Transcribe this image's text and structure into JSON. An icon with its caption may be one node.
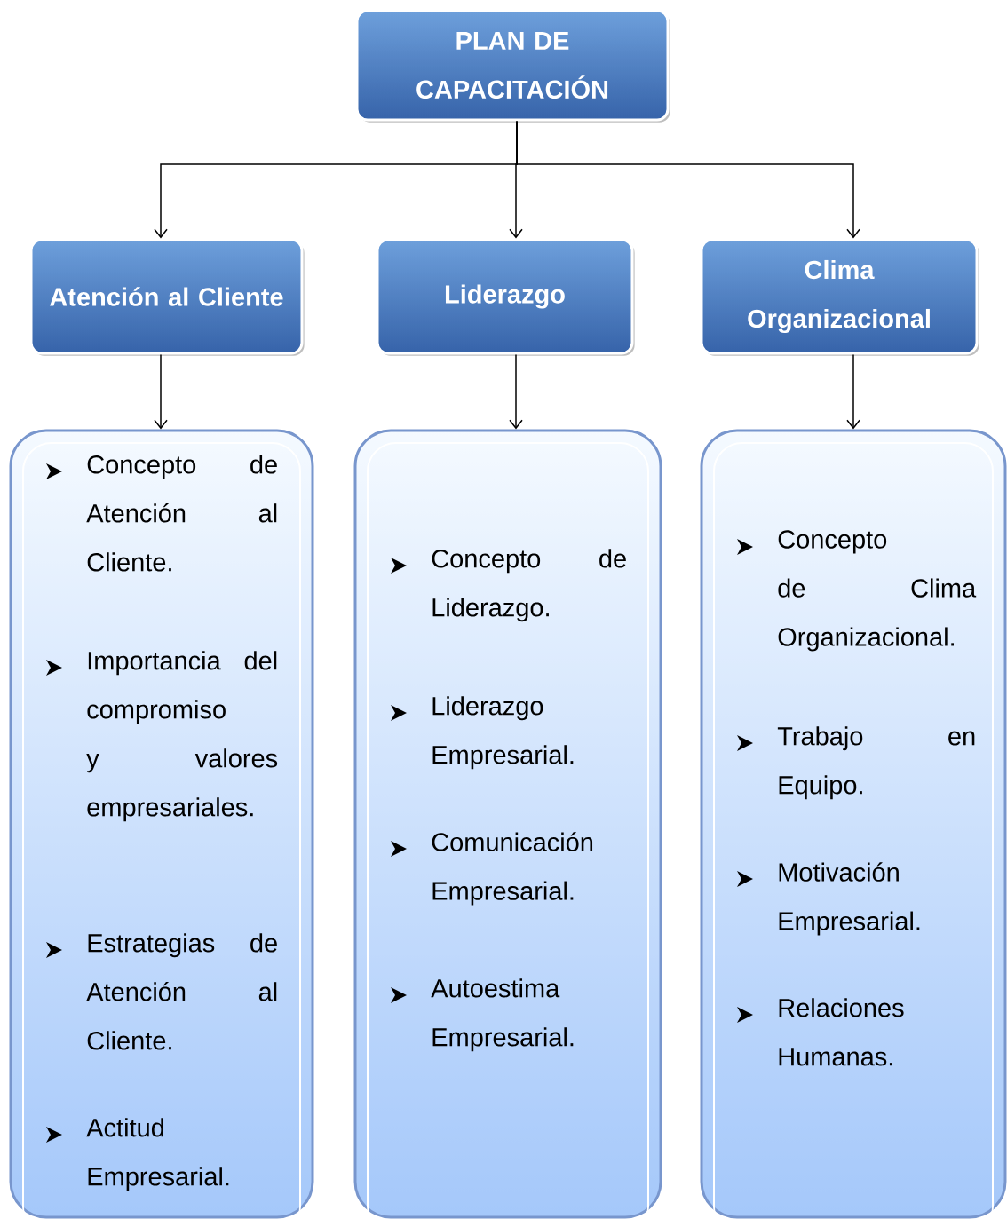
{
  "diagram": {
    "nodes": [
      {
        "text": [
          "PLAN DE CAPACITACIÓN"
        ]
      },
      {
        "text": [
          "Atención al Cliente"
        ]
      },
      {
        "text": [
          "Liderazgo"
        ]
      },
      {
        "text": [
          "Clima Organizacional"
        ]
      },
      {
        "text": [
          "Concepto de Atención al Cliente.",
          "Importancia del compromiso y valores empresariales.",
          "Estrategias de Atención al Cliente.",
          "Actitud Empresarial."
        ]
      },
      {
        "text": [
          "Concepto de Liderazgo.",
          "Liderazgo Empresarial.",
          "Comunicación Empresarial.",
          "Autoestima Empresarial."
        ]
      },
      {
        "text": [
          "Concepto de Clima Organizacional.",
          "Trabajo en Equipo.",
          "Motivación Empresarial.",
          "Relaciones Humanas."
        ]
      }
    ],
    "edges": [
      {
        "from": 0,
        "to": 1,
        "arrow": "to"
      },
      {
        "from": 0,
        "to": 2,
        "arrow": "to"
      },
      {
        "from": 0,
        "to": 3,
        "arrow": "to"
      },
      {
        "from": 1,
        "to": 4,
        "arrow": "to"
      },
      {
        "from": 2,
        "to": 5,
        "arrow": "to"
      },
      {
        "from": 3,
        "to": 6,
        "arrow": "to"
      }
    ]
  }
}
